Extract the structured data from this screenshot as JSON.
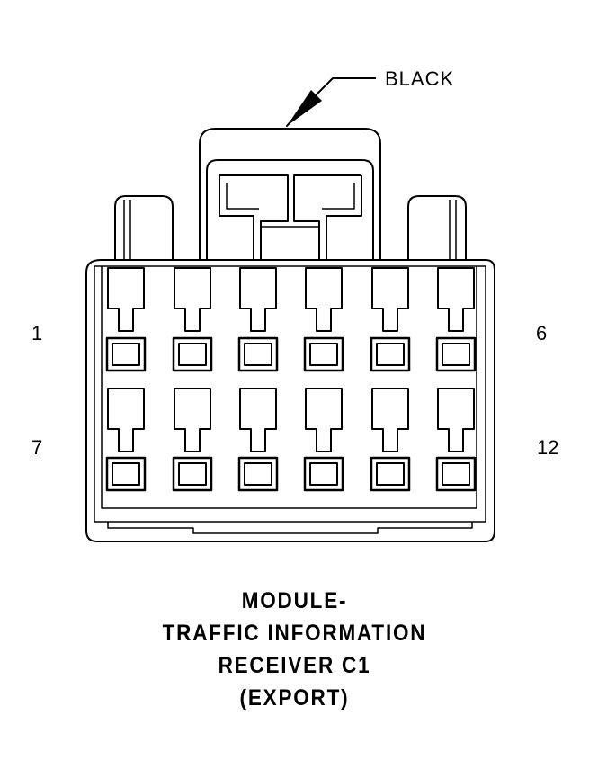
{
  "diagram": {
    "color_label": "BLACK",
    "pin_labels": {
      "top_left": "1",
      "top_right": "6",
      "bottom_left": "7",
      "bottom_right": "12"
    },
    "caption": {
      "line1": "MODULE-",
      "line2": "TRAFFIC INFORMATION",
      "line3": "RECEIVER C1",
      "line4": "(EXPORT)"
    }
  }
}
